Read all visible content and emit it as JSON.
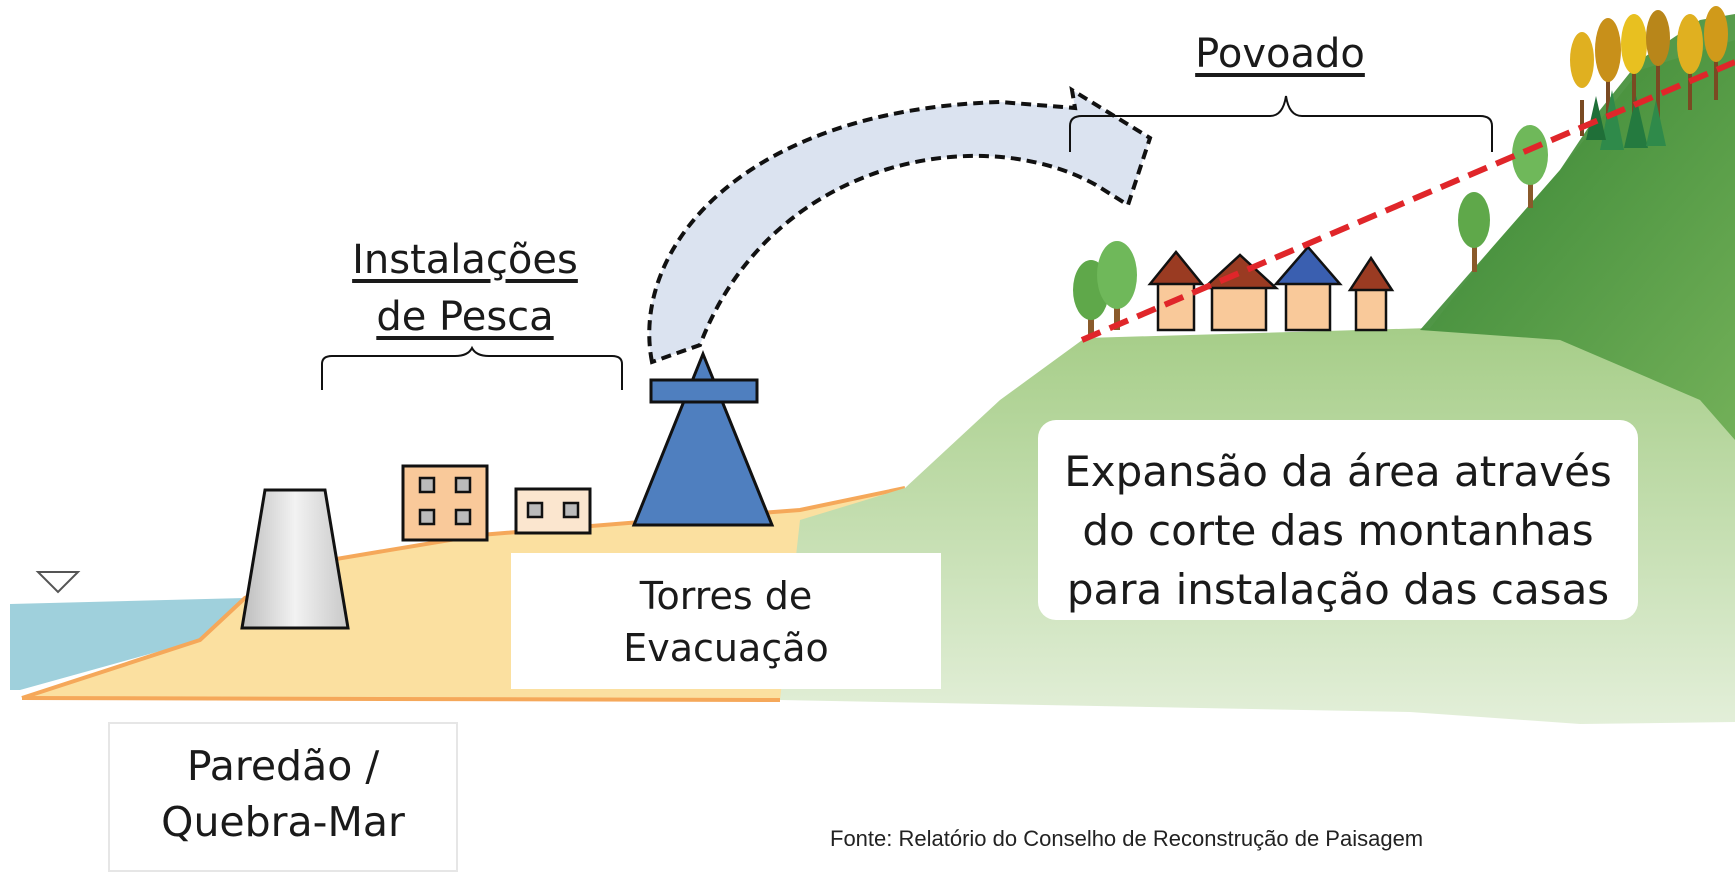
{
  "labels": {
    "instalacoes_line1": "Instalações",
    "instalacoes_line2": "de Pesca",
    "povoado": "Povoado",
    "torres_line1": "Torres de",
    "torres_line2": "Evacuação",
    "expansao_line1": "Expansão da área através",
    "expansao_line2": "do corte das montanhas",
    "expansao_line3": "para instalação das casas",
    "paredao_line1": "Paredão /",
    "paredao_line2": "Quebra-Mar",
    "fonte": "Fonte: Relatório do Conselho de Reconstrução de Paisagem"
  },
  "colors": {
    "sea": "#9fd0dc",
    "sand": "#fbe0a0",
    "shore_line": "#f5a85a",
    "hill_light": "#d6e9c9",
    "hill_mid": "#8fbf6a",
    "hill_dark": "#3f8f38",
    "tower": "#4f7fbf",
    "arrow_fill": "#dbe3f0",
    "cut_line": "#e0262a",
    "house_wall": "#f9c99a",
    "roof_brown": "#9a3b22",
    "roof_blue": "#3a5fb0"
  },
  "icons": [
    "water-level-icon",
    "seawall-icon",
    "fishing-building-icon",
    "evacuation-tower-icon",
    "relocation-arrow-icon",
    "house-icon",
    "tree-icon"
  ]
}
